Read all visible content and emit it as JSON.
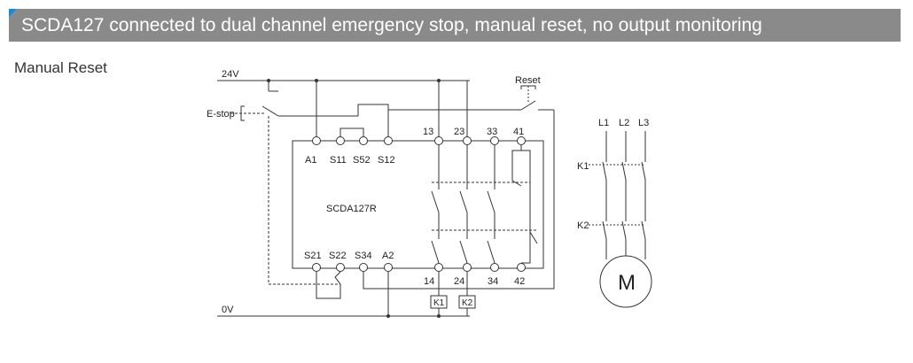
{
  "header": {
    "title": "SCDA127 connected to dual channel emergency stop, manual reset, no output monitoring",
    "accent_color": "#1e88d8",
    "background_color": "#8a8a8a"
  },
  "section_title": "Manual Reset",
  "diagram": {
    "supply_24v": "24V",
    "supply_0v": "0V",
    "estop_label": "E-stop",
    "reset_label": "Reset",
    "device_label": "SCDA127R",
    "top_terminals": [
      "A1",
      "S11",
      "S52",
      "S12"
    ],
    "bottom_terminals": [
      "S21",
      "S22",
      "S34",
      "A2"
    ],
    "output_top": [
      "13",
      "23",
      "33",
      "41"
    ],
    "output_bottom": [
      "14",
      "24",
      "34",
      "42"
    ],
    "contactor_coils": [
      "K1",
      "K2"
    ],
    "phases": [
      "L1",
      "L2",
      "L3"
    ],
    "contactor_k1": "K1",
    "contactor_k2": "K2",
    "motor_label": "M"
  }
}
